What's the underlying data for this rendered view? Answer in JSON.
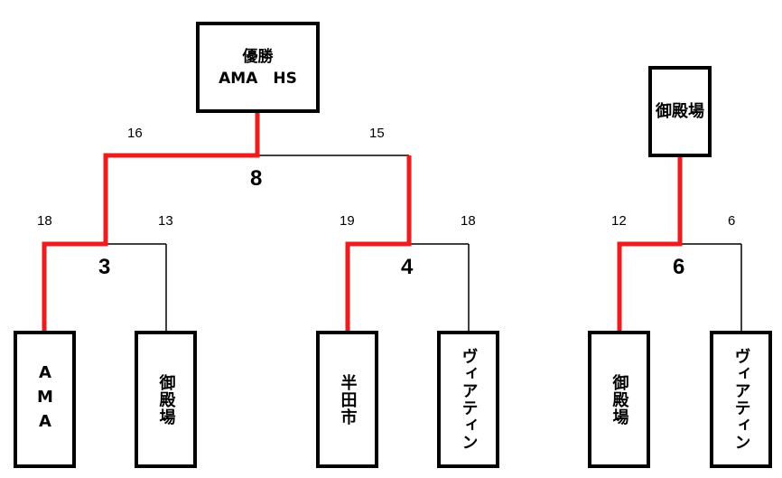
{
  "colors": {
    "winner_line": "#ee1c1c",
    "line": "#000000",
    "box_border": "#000000"
  },
  "bracket_a": {
    "champion": {
      "title": "優勝",
      "team": "AMA　HS"
    },
    "final": {
      "match_number": "8",
      "left_score": "16",
      "right_score": "15"
    },
    "semi_left": {
      "match_number": "3",
      "left_score": "18",
      "right_score": "13",
      "left_team": "AMA",
      "right_team": "御殿場"
    },
    "semi_right": {
      "match_number": "4",
      "left_score": "19",
      "right_score": "18",
      "left_team": "半田市",
      "right_team": "ヴィアティン"
    }
  },
  "bracket_b": {
    "winner": "御殿場",
    "match": {
      "match_number": "6",
      "left_score": "12",
      "right_score": "6",
      "left_team": "御殿場",
      "right_team": "ヴィアティン"
    }
  }
}
